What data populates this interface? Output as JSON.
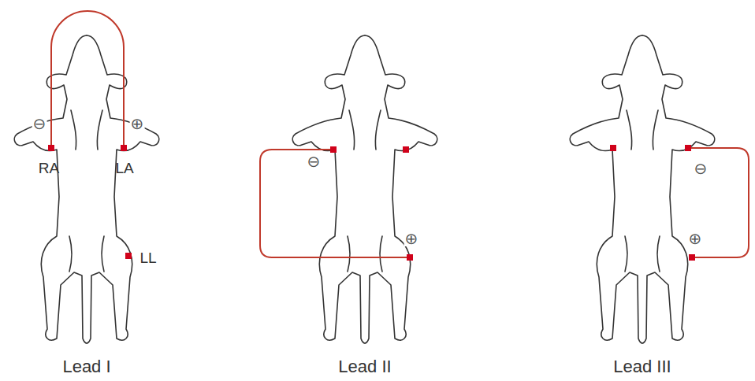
{
  "diagram": {
    "labels": [
      "⊖",
      "⊕",
      "RA",
      "LA",
      "LL",
      "Lead I",
      "⊖",
      "⊕",
      "Lead II",
      "⊖",
      "⊕",
      "Lead III"
    ]
  }
}
